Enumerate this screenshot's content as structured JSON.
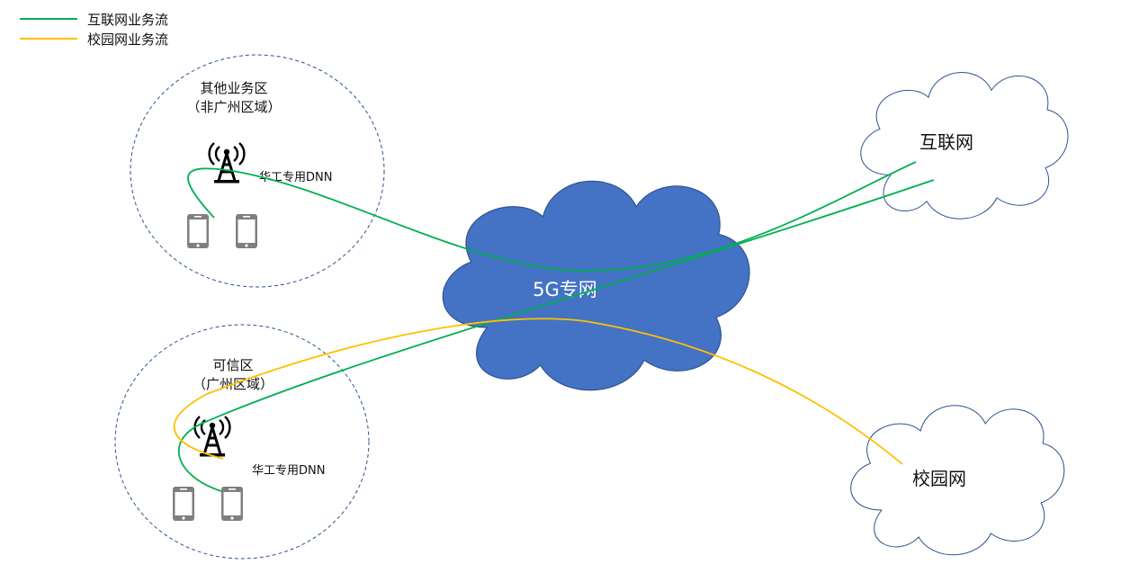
{
  "legend": {
    "items": [
      {
        "label": "互联网业务流",
        "color": "#00b050"
      },
      {
        "label": "校园网业务流",
        "color": "#ffc000"
      }
    ]
  },
  "zones": {
    "other": {
      "title": "其他业务区",
      "subtitle": "（非广州区域）",
      "dnn_label": "华工专用DNN"
    },
    "trusted": {
      "title": "可信区",
      "subtitle": "（广州区域）",
      "dnn_label": "华工专用DNN"
    }
  },
  "clouds": {
    "core": {
      "label": "5G专网",
      "fill": "#4472c4",
      "stroke": "#2f528f"
    },
    "internet": {
      "label": "互联网"
    },
    "campus": {
      "label": "校园网"
    }
  },
  "icons": {
    "tower": "radio-tower-icon",
    "phone": "mobile-phone-icon"
  }
}
